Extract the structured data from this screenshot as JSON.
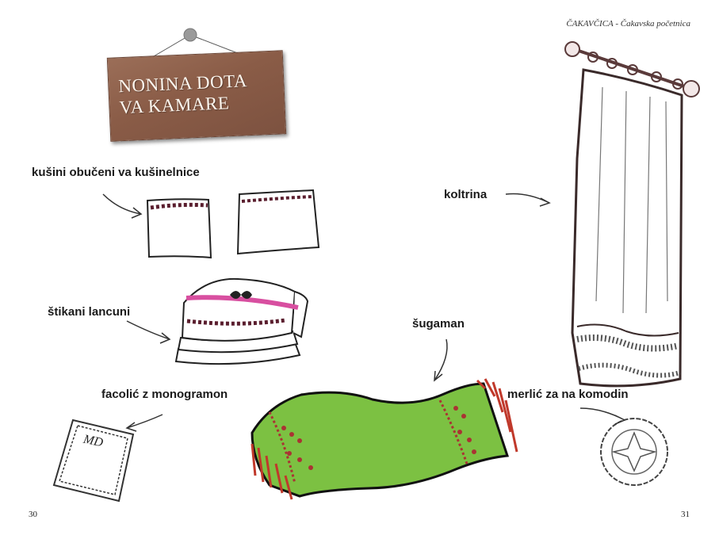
{
  "header": {
    "book_title": "ČAKAVČICA - Čakavska početnica"
  },
  "sign": {
    "line1": "NONINA DOTA",
    "line2": "VA KAMARE"
  },
  "labels": {
    "pillows": "kušini obučeni va kušinelnice",
    "sheets": "štikani lancuni",
    "handkerchief": "facolić z monogramon",
    "curtain": "koltrina",
    "towel": "šugaman",
    "doily": "merlić za na komodin"
  },
  "page_numbers": {
    "left": "30",
    "right": "31"
  },
  "monogram": "MD",
  "colors": {
    "towel_green": "#7cc142",
    "towel_fringe": "#c0392b",
    "ribbon": "#d84fa0",
    "sign_wood": "#8a5c47"
  }
}
